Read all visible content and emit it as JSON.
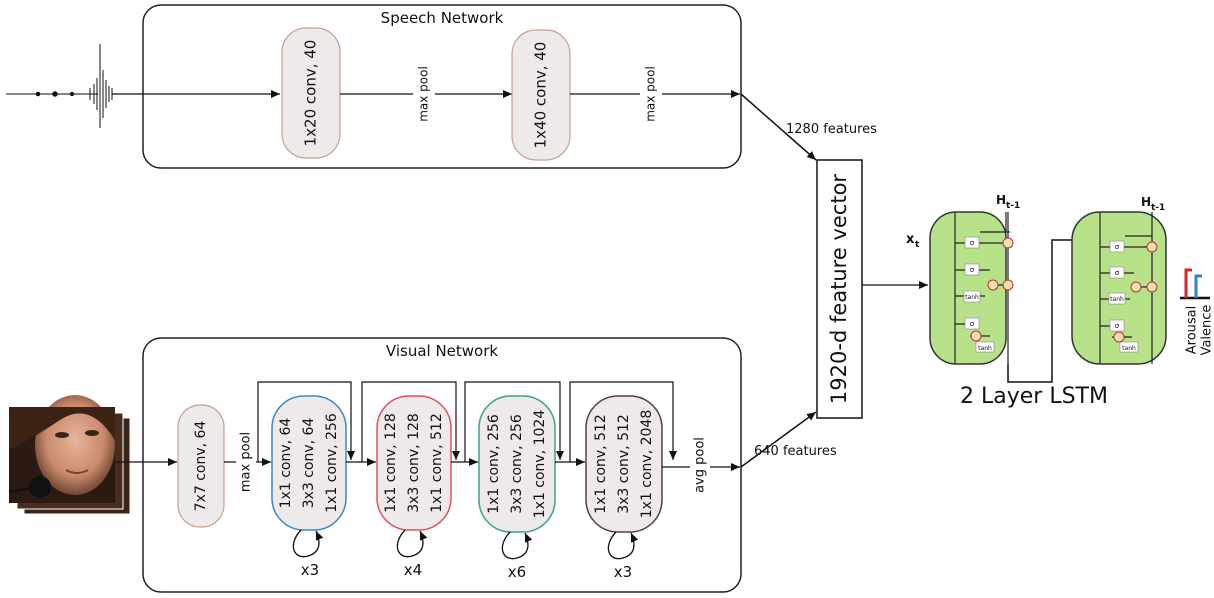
{
  "speech": {
    "title": "Speech Network",
    "conv1": "1x20 conv, 40",
    "pool1": "max pool",
    "conv2": "1x40 conv, 40",
    "pool2": "max pool"
  },
  "visual": {
    "title": "Visual Network",
    "conv_first": "7x7 conv, 64",
    "pool_first": "max pool",
    "blocks": [
      {
        "l1": "1x1 conv, 64",
        "l2": "3x3 conv, 64",
        "l3": "1x1 conv, 256",
        "repeat": "x3",
        "color": "#3a86c8"
      },
      {
        "l1": "1x1 conv, 128",
        "l2": "3x3 conv, 128",
        "l3": "1x1 conv, 512",
        "repeat": "x4",
        "color": "#e0525a"
      },
      {
        "l1": "1x1 conv, 256",
        "l2": "3x3 conv, 256",
        "l3": "1x1 conv, 1024",
        "repeat": "x6",
        "color": "#3aa57a"
      },
      {
        "l1": "1x1 conv, 512",
        "l2": "3x3 conv, 512",
        "l3": "1x1 conv, 2048",
        "repeat": "x3",
        "color": "#5a3a44"
      }
    ],
    "pool_last": "avg pool"
  },
  "features": {
    "speech": "1280 features",
    "visual": "640 features"
  },
  "fusion": {
    "label": "1920-d feature vector"
  },
  "lstm": {
    "label": "2 Layer LSTM",
    "input": "x",
    "input_sub": "t",
    "hidden": "H",
    "hidden_sub": "t-1",
    "sigma": "σ",
    "tanh": "tanh"
  },
  "outputs": {
    "arousal": "Arousal",
    "valence": "Valence",
    "arousal_color": "#d8262b",
    "valence_color": "#2f7fd6"
  },
  "colors": {
    "box_fill": "#eeeaea",
    "box_stroke": "#c8a090",
    "lstm_fill": "#b7e28a",
    "lstm_stroke": "#333333"
  }
}
